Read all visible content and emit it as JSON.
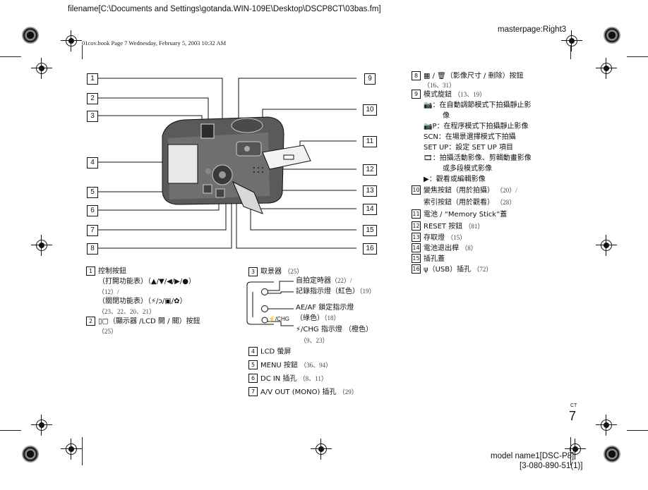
{
  "header": {
    "filename": "filename[C:\\Documents and Settings\\gotanda.WIN-109E\\Desktop\\DSCP8CT\\03bas.fm]",
    "masterpage": "masterpage:Right3",
    "bookline": "01cov.book  Page 7  Wednesday, February 5, 2003  10:32 AM"
  },
  "diagram": {
    "callouts_left": [
      "1",
      "2",
      "3",
      "4",
      "5",
      "6",
      "7",
      "8"
    ],
    "callouts_right": [
      "9",
      "10",
      "11",
      "12",
      "13",
      "14",
      "15",
      "16"
    ]
  },
  "col1": {
    "items": [
      {
        "num": "1",
        "lines": [
          {
            "text": "控制按鈕",
            "ref": ""
          },
          {
            "text": "（打開功能表）（▲/▼/◀/▶/●）",
            "ref": ""
          },
          {
            "text": "",
            "ref": "（12）/"
          },
          {
            "text": "（關閉功能表）（⚡/ↄ/▣/✿）",
            "ref": ""
          },
          {
            "text": "",
            "ref": "（23、22、20、21）"
          }
        ]
      },
      {
        "num": "2",
        "lines": [
          {
            "text": "▯▢（顯示器 /LCD 開 / 關）按鈕",
            "ref": ""
          },
          {
            "text": "",
            "ref": "（25）"
          }
        ]
      }
    ]
  },
  "col2": {
    "item3": {
      "num": "3",
      "label": "取景器",
      "ref": "（25）"
    },
    "viewfinder": {
      "l1": "自拍定時器",
      "r1": "（22）/",
      "l2": "記錄指示燈（紅色）",
      "r2": "（19）",
      "l3": "AE/AF 鎖定指示燈",
      "l4": "（綠色）",
      "r4": "（18）",
      "l5": "⚡/CHG 指示燈 （橙色）",
      "r5": "（9、23）",
      "chg": "⚡/CHG"
    },
    "items": [
      {
        "num": "4",
        "label": "LCD 螢屏",
        "ref": ""
      },
      {
        "num": "5",
        "label": "MENU 按鈕",
        "ref": "（36、94）"
      },
      {
        "num": "6",
        "label": "DC IN 插孔",
        "ref": "（8、11）"
      },
      {
        "num": "7",
        "label": "A/V OUT (MONO) 插孔",
        "ref": "（29）"
      }
    ]
  },
  "col3": {
    "i8": {
      "num": "8",
      "label": "▦ / 🗑（影像尺寸 / 刪除）按鈕",
      "ref": "（16、31）"
    },
    "i9": {
      "num": "9",
      "label": "模式旋鈕",
      "ref": "（13、19）"
    },
    "modes": [
      {
        "icon": "📷",
        "text": "：在自動調節模式下拍攝靜止影"
      },
      {
        "icon": "",
        "text": "像"
      },
      {
        "icon": "📷P",
        "text": "：在程序模式下拍攝靜止影像"
      },
      {
        "icon": "",
        "text": "SCN：在場景選擇模式下拍攝"
      },
      {
        "icon": "",
        "text": "SET UP：設定 SET UP 項目"
      },
      {
        "icon": "🎞",
        "text": "：拍攝活動影像、剪輯動畫影像"
      },
      {
        "icon": "",
        "text": "或多段模式影像"
      },
      {
        "icon": "▶",
        "text": "：觀看或編輯影像"
      }
    ],
    "i10a": {
      "num": "10",
      "label": "變焦按鈕（用於拍攝）",
      "ref": "（20）/"
    },
    "i10b": {
      "label": "索引按鈕（用於觀看）",
      "ref": "（28）"
    },
    "rest": [
      {
        "num": "11",
        "label": "電池 / “Memory Stick”蓋",
        "ref": ""
      },
      {
        "num": "12",
        "label": "RESET 按鈕",
        "ref": "（81）"
      },
      {
        "num": "13",
        "label": "存取燈",
        "ref": "（15）"
      },
      {
        "num": "14",
        "label": "電池退出桿",
        "ref": "（8）"
      },
      {
        "num": "15",
        "label": "插孔蓋",
        "ref": ""
      },
      {
        "num": "16",
        "label": "ψ（USB）插孔",
        "ref": "（72）"
      }
    ]
  },
  "footer": {
    "ct": "CT",
    "page": "7",
    "model1": "model name1[DSC-P8]",
    "model2": "[3-080-890-51(1)]"
  }
}
